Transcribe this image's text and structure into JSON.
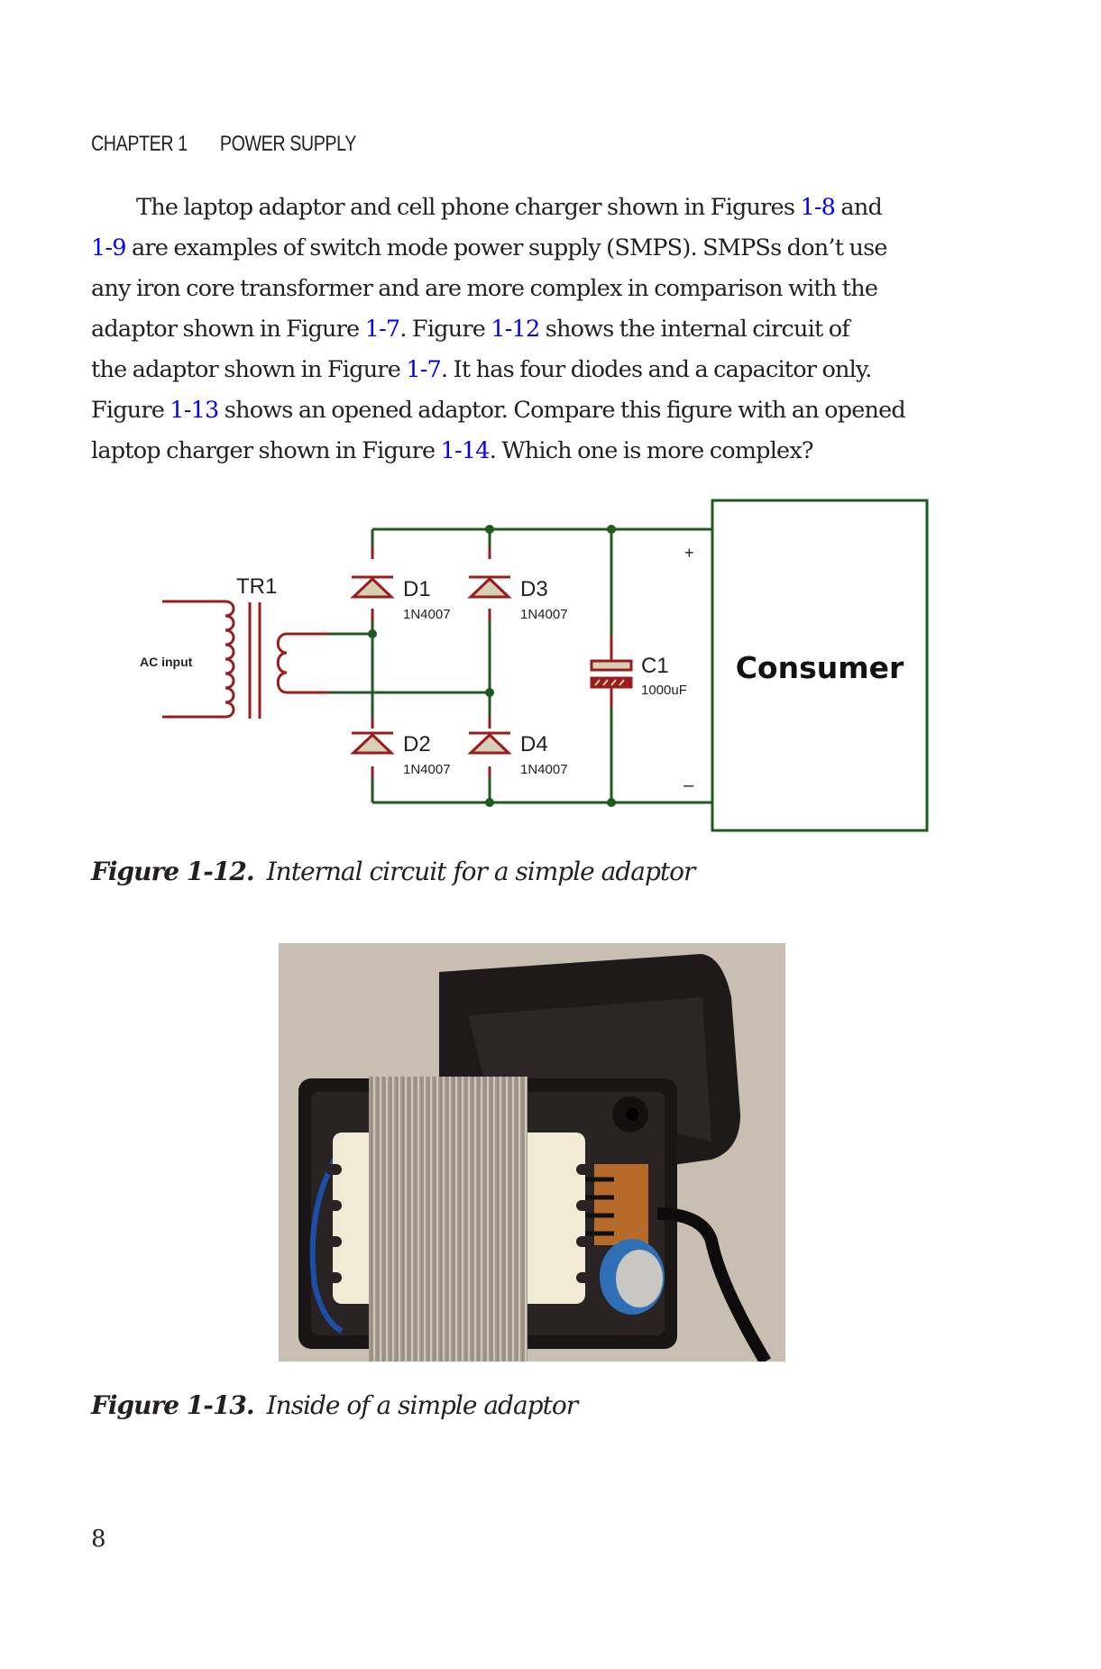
{
  "running_head": {
    "chapter": "CHAPTER 1",
    "title": "POWER SUPPLY"
  },
  "body": {
    "lines": [
      [
        {
          "t": "The laptop adaptor and cell phone charger shown in Figures "
        },
        {
          "t": "1-8",
          "link": true
        },
        {
          "t": " and"
        }
      ],
      [
        {
          "t": "1-9",
          "link": true
        },
        {
          "t": " are examples of switch mode power supply (SMPS). SMPSs don’t use"
        }
      ],
      [
        {
          "t": "any iron core transformer and are more complex in comparison with the"
        }
      ],
      [
        {
          "t": "adaptor shown in Figure "
        },
        {
          "t": "1-7",
          "link": true
        },
        {
          "t": ". Figure "
        },
        {
          "t": "1-12",
          "link": true
        },
        {
          "t": " shows the internal circuit of"
        }
      ],
      [
        {
          "t": "the adaptor shown in Figure "
        },
        {
          "t": "1-7",
          "link": true
        },
        {
          "t": ". It has four diodes and a capacitor only."
        }
      ],
      [
        {
          "t": "Figure "
        },
        {
          "t": "1-13",
          "link": true
        },
        {
          "t": " shows an opened adaptor. Compare this figure with an opened"
        }
      ],
      [
        {
          "t": "laptop charger shown in Figure "
        },
        {
          "t": "1-14",
          "link": true
        },
        {
          "t": ". Which one is more complex?"
        }
      ]
    ],
    "link_color": "#0000ee"
  },
  "figure_1_12": {
    "transformer_label": "TR1",
    "input_label": "AC input",
    "diodes": [
      {
        "name": "D1",
        "part": "1N4007"
      },
      {
        "name": "D2",
        "part": "1N4007"
      },
      {
        "name": "D3",
        "part": "1N4007"
      },
      {
        "name": "D4",
        "part": "1N4007"
      }
    ],
    "capacitor": {
      "name": "C1",
      "value": "1000uF"
    },
    "load_label": "Consumer",
    "plus_label": "+",
    "minus_label": "–",
    "wire_color": "#1f5a1f",
    "component_color": "#9b1c1c",
    "fill_color": "#d6d0b8",
    "caption_label": "Figure 1-12.",
    "caption_text": "Internal circuit for a simple adaptor"
  },
  "figure_1_13": {
    "caption_label": "Figure 1-13.",
    "caption_text": "Inside of a simple adaptor",
    "photo_description": "opened adaptor showing transformer, diodes and capacitor"
  },
  "page_number": "8"
}
